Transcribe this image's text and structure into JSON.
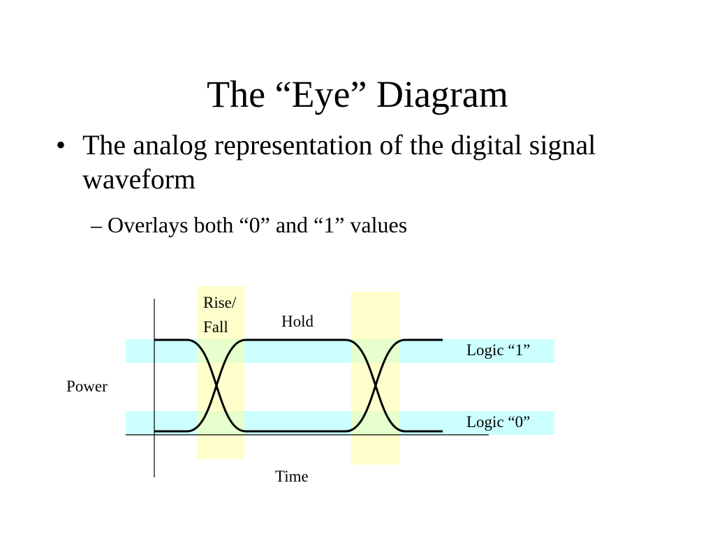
{
  "slide": {
    "title": "The “Eye” Diagram",
    "bullets": [
      {
        "mark": "•",
        "text": "The analog representation of the digital signal waveform"
      }
    ],
    "sub_bullets": [
      {
        "text": "– Overlays both “0” and “1” values"
      }
    ]
  },
  "diagram": {
    "labels": {
      "rise_fall_line1": "Rise/",
      "rise_fall_line2": "Fall",
      "hold": "Hold",
      "logic_one": "Logic “1”",
      "logic_zero": "Logic “0”",
      "y_axis": "Power",
      "x_axis": "Time"
    },
    "colors": {
      "transition_band": "#ffffcc",
      "logic_band": "#ccffff",
      "waveform": "#000000",
      "axis": "#000000"
    }
  }
}
